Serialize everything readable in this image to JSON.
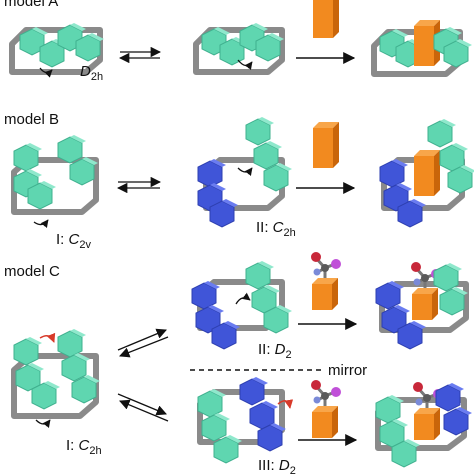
{
  "colors": {
    "teal": "#5fd6b0",
    "teal_dark": "#3fb08e",
    "blue": "#4055d8",
    "blue_dark": "#2d3fb0",
    "orange": "#f28a1f",
    "orange_dark": "#c9650a",
    "frame": "#8a8a8a",
    "red_arrow": "#d83a2a",
    "ball_red": "#c8283a",
    "ball_magenta": "#c050d8",
    "ball_gray": "#5a5a5a"
  },
  "models": {
    "a": {
      "title": "model A",
      "sym_main": "D",
      "sym_sub": "2h"
    },
    "b": {
      "title": "model B",
      "label_1_prefix": "I: ",
      "label_1_main": "C",
      "label_1_sub": "2v",
      "label_2_prefix": "II: ",
      "label_2_main": "C",
      "label_2_sub": "2h"
    },
    "c": {
      "title": "model C",
      "label_1_prefix": "I: ",
      "label_1_main": "C",
      "label_1_sub": "2h",
      "label_2_prefix": "II: ",
      "label_2_main": "D",
      "label_2_sub": "2",
      "label_3_prefix": "III: ",
      "label_3_main": "D",
      "label_3_sub": "2",
      "mirror": "mirror"
    }
  },
  "icons": [
    "equilibrium-arrow-icon",
    "reaction-arrow-icon",
    "rotation-arrow-icon",
    "orange-guest-block-icon",
    "chiral-guest-molecule-icon"
  ]
}
